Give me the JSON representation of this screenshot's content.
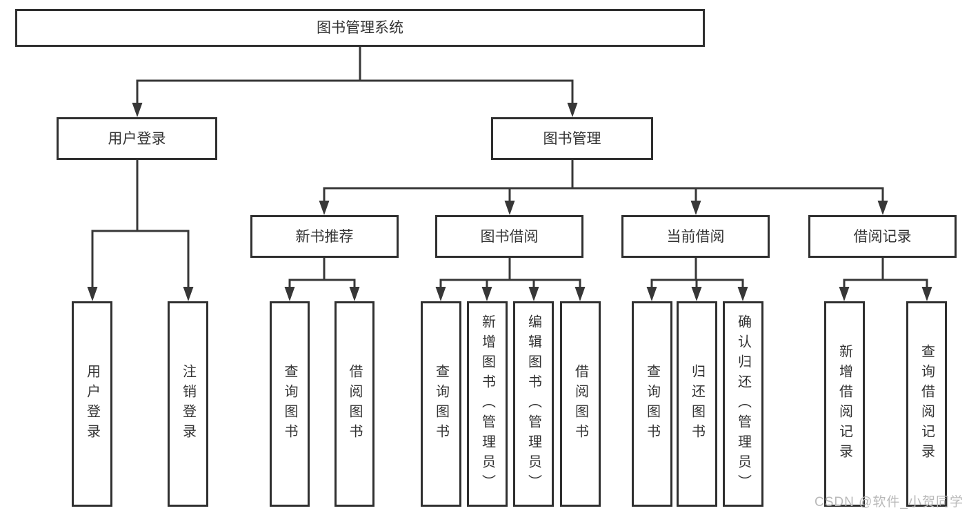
{
  "colors": {
    "background": "#ffffff",
    "box_border": "#2f2f2f",
    "connector": "#373737",
    "text": "#333333",
    "watermark": "#b9b9b9"
  },
  "nodes": {
    "root": {
      "label": "图书管理系统"
    },
    "level2": {
      "user_login": {
        "label": "用户登录"
      },
      "book_management": {
        "label": "图书管理"
      }
    },
    "level3": {
      "new_book_recommend": {
        "label": "新书推荐"
      },
      "book_borrow": {
        "label": "图书借阅"
      },
      "current_borrow": {
        "label": "当前借阅"
      },
      "borrow_records": {
        "label": "借阅记录"
      }
    },
    "leaves": {
      "user_login": [
        "用户登录",
        "注销登录"
      ],
      "new_book_recommend": [
        "查询图书",
        "借阅图书"
      ],
      "book_borrow": [
        "查询图书",
        "新增图书（管理员）",
        "编辑图书（管理员）",
        "借阅图书"
      ],
      "current_borrow": [
        "查询图书",
        "归还图书",
        "确认归还（管理员）"
      ],
      "borrow_records": [
        "新增借阅记录",
        "查询借阅记录"
      ]
    }
  },
  "watermark": {
    "text": "CSDN @软件_小贺同学"
  }
}
